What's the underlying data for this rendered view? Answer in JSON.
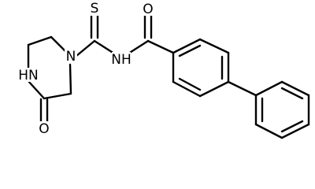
{
  "structure": {
    "atoms": {
      "thione_s": "S",
      "carbonyl_o": "O",
      "amide_nh": "NH",
      "ring_n": "N",
      "lactam_nh": "HN",
      "lactam_o": "O"
    },
    "colors": {
      "bond": "#000000",
      "background": "#ffffff"
    }
  }
}
